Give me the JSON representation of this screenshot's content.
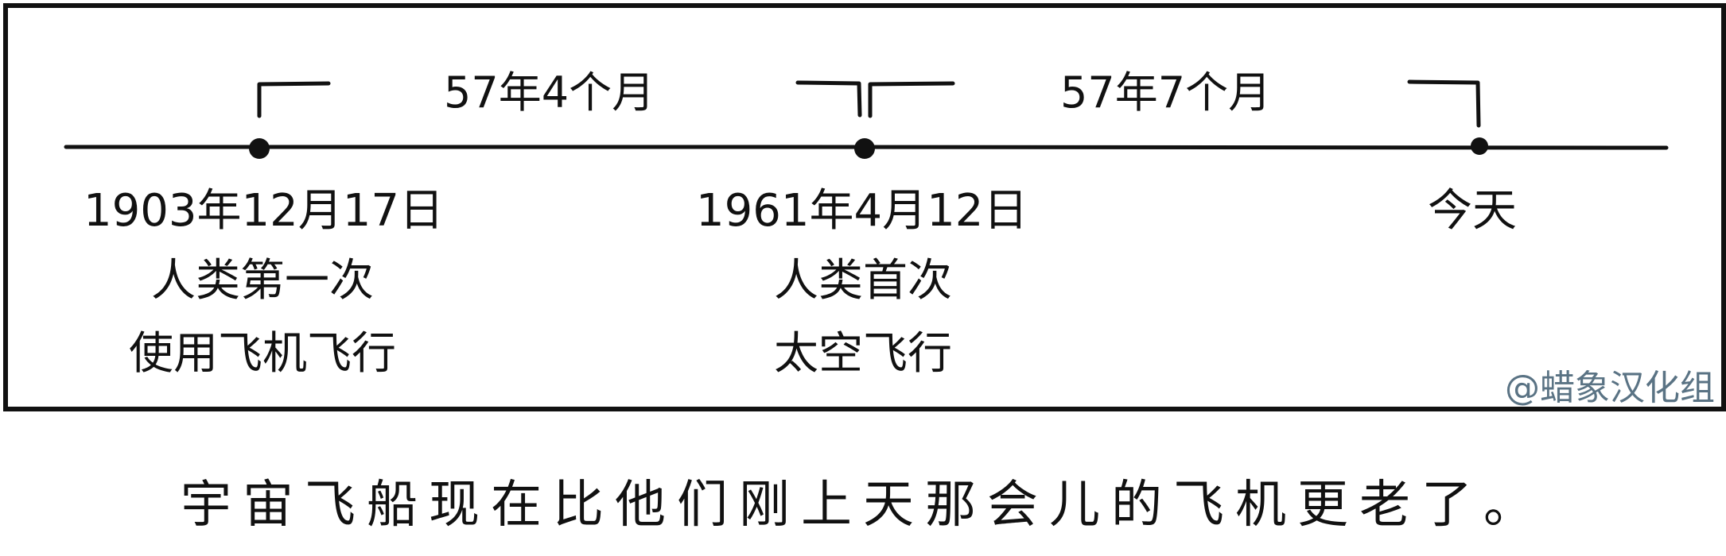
{
  "timeline": {
    "points": [
      {
        "date": "1903年12月17日",
        "event_lines": [
          "人类第一次",
          "使用飞机飞行"
        ]
      },
      {
        "date": "1961年4月12日",
        "event_lines": [
          "人类首次",
          "太空飞行"
        ]
      },
      {
        "date": "今天",
        "event_lines": []
      }
    ],
    "intervals": [
      {
        "label": "57年4个月"
      },
      {
        "label": "57年7个月"
      }
    ]
  },
  "caption": "宇宙飞船现在比他们刚上天那会儿的飞机更老了。",
  "watermark": "@蜡象汉化组",
  "colors": {
    "ink": "#111111",
    "watermark": "#5a7384",
    "background": "#ffffff"
  }
}
